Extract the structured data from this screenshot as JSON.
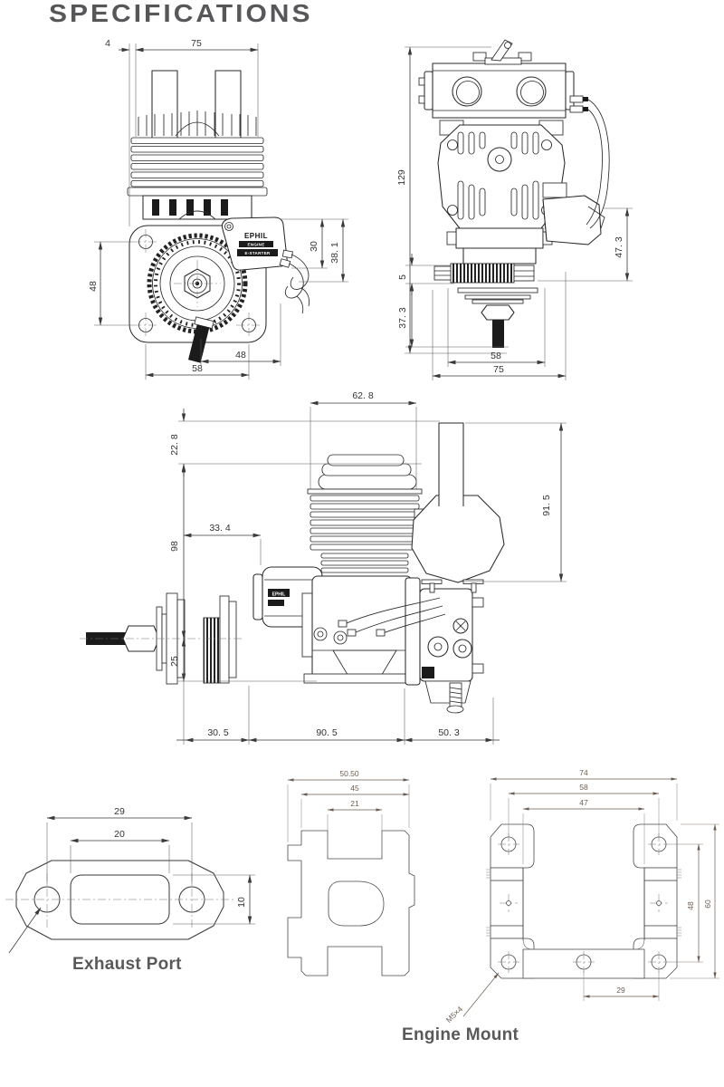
{
  "title": "SPECIFICATIONS",
  "views": {
    "front": {
      "dims": {
        "plate_offset": "4",
        "body_width": "75",
        "hole_spacing_left": "48",
        "starter_upper": "30",
        "starter_lower": "38. 1",
        "shaft_to_wire": "48",
        "hole_spacing_bottom": "58"
      },
      "starter_badge": {
        "brand": "EPHIL",
        "line2": "ENGINE",
        "line3": "E-STARTER"
      }
    },
    "top": {
      "dims": {
        "overall_height": "129",
        "gear_exposed": "5",
        "shaft_drop": "37. 3",
        "carb_height": "47. 3",
        "mount_width": "58",
        "muffler_width": "75"
      }
    },
    "side": {
      "dims": {
        "cylinder_width": "62. 8",
        "pipe_offset": "22. 8",
        "muffler_drop": "91. 5",
        "front_clearance": "33. 4",
        "crank_height": "98",
        "shaft_center": "25",
        "nose_length": "30. 5",
        "body_length": "90. 5",
        "carb_length": "50. 3"
      },
      "starter_badge": {
        "brand": "EPHIL"
      }
    },
    "exhaust": {
      "label": "Exhaust Port",
      "dims": {
        "bolt_spacing": "29",
        "port_width": "20",
        "port_height": "10"
      }
    },
    "bracket": {
      "dims": {
        "overall_width": "50.50",
        "body_width": "45",
        "slot_width": "21"
      }
    },
    "mount": {
      "label": "Engine Mount",
      "thread_callout": "M5×4",
      "dims": {
        "overall_width": "74",
        "hole_span_x": "58",
        "inner_width": "47",
        "hole_span_y": "48",
        "overall_height": "60",
        "center_offset": "29"
      }
    }
  }
}
